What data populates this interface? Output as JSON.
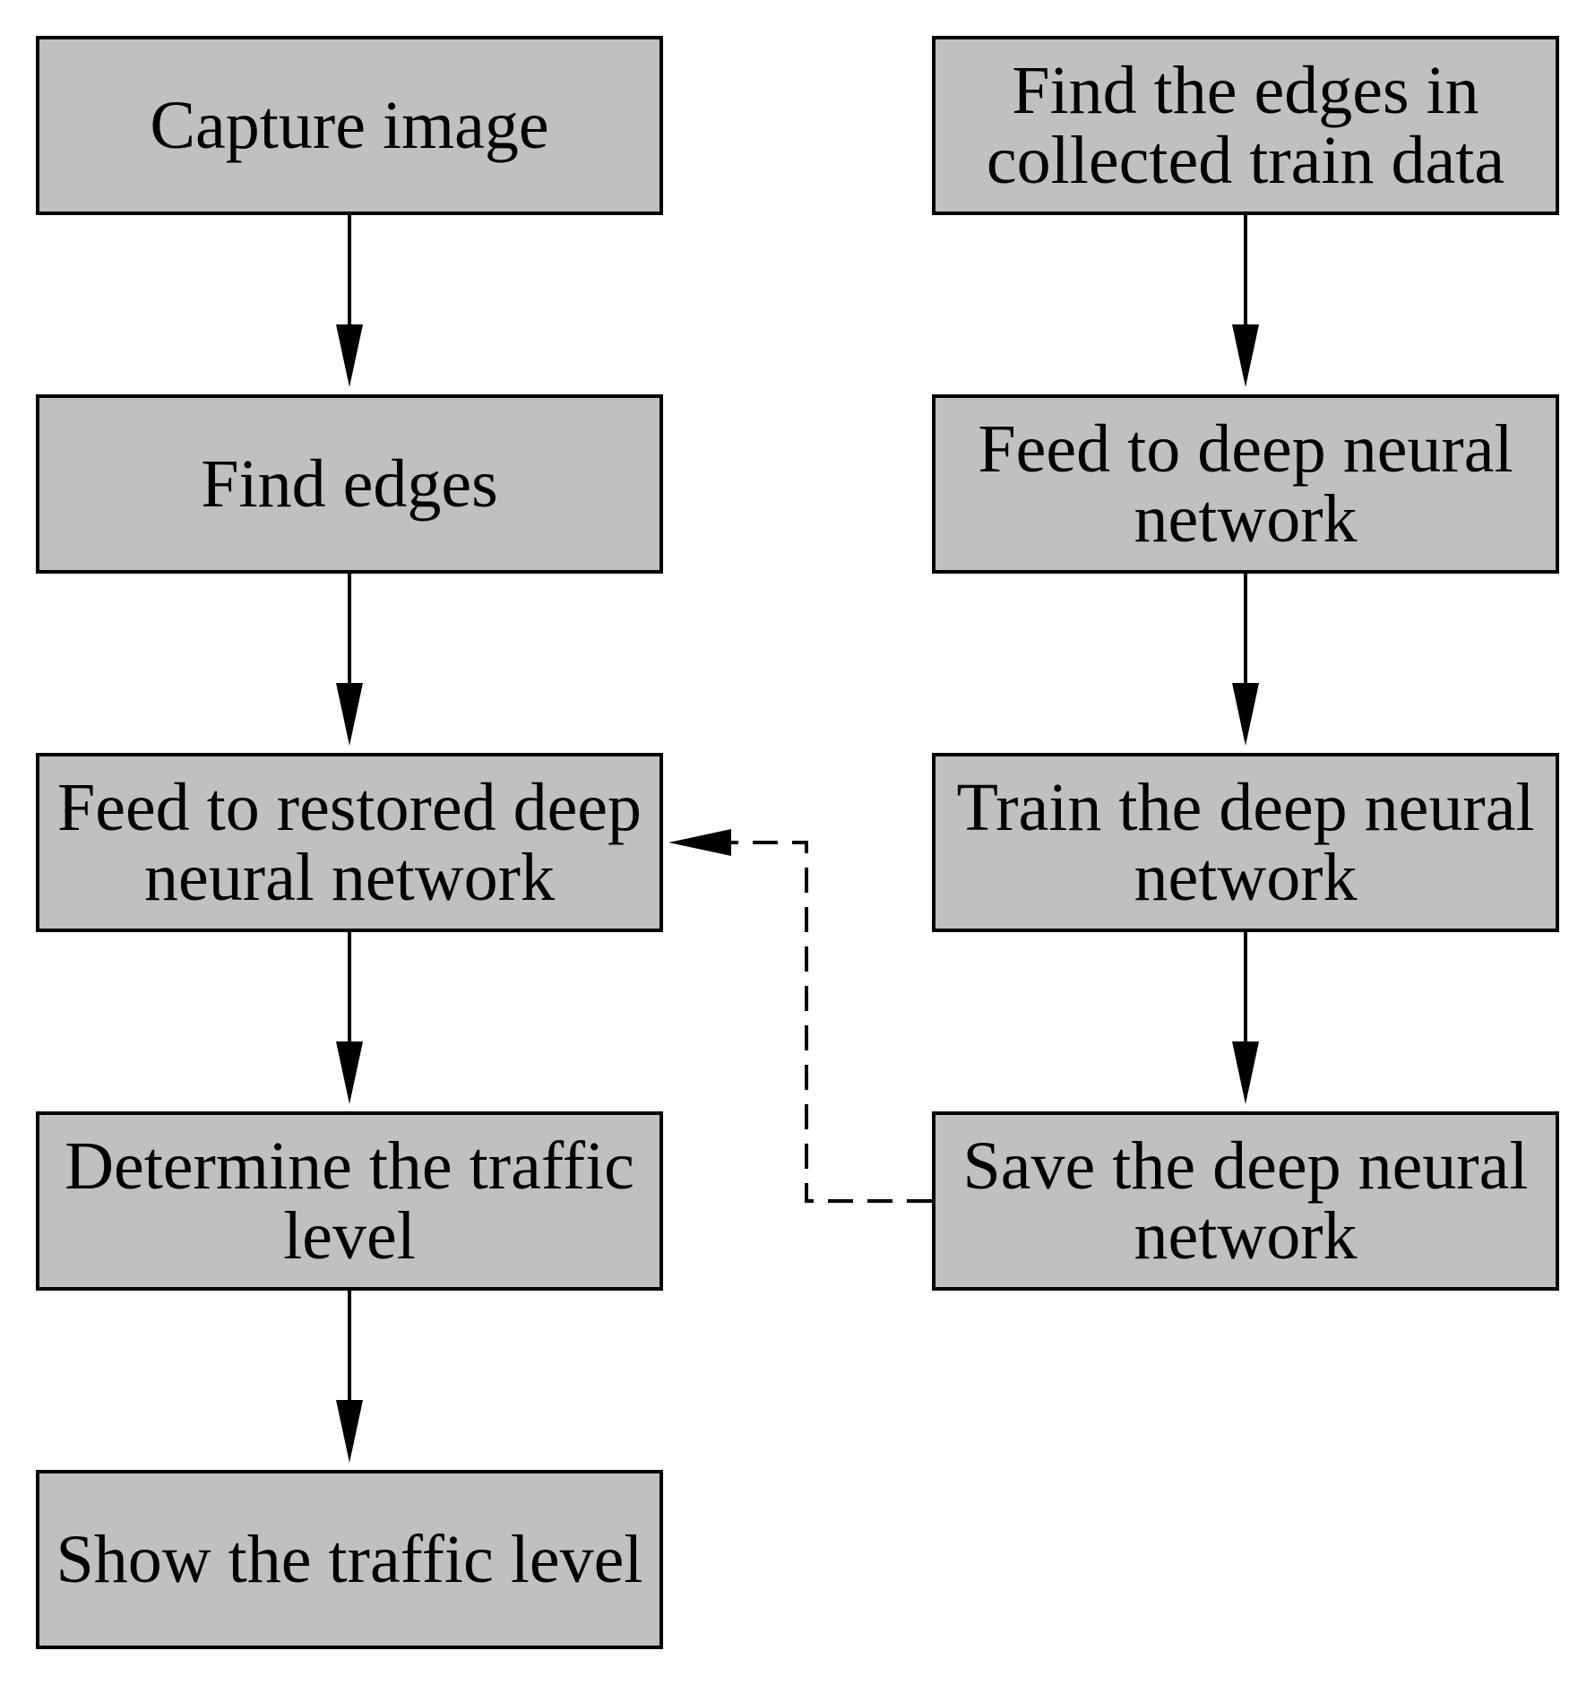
{
  "colors": {
    "box_fill": "#c0c0c0",
    "line": "#000000",
    "background": "#ffffff"
  },
  "nodes": {
    "capture_image": "Capture image",
    "find_edges": "Find edges",
    "feed_restored": "Feed to restored deep neural network",
    "determine_traffic": "Determine the traffic level",
    "show_traffic": "Show the traffic level",
    "find_train_edges": "Find the edges in collected train data",
    "feed_dnn": "Feed to deep neural network",
    "train_dnn": "Train the deep neural network",
    "save_dnn": "Save the deep neural network"
  },
  "edges": [
    {
      "from": "capture_image",
      "to": "find_edges",
      "style": "solid"
    },
    {
      "from": "find_edges",
      "to": "feed_restored",
      "style": "solid"
    },
    {
      "from": "feed_restored",
      "to": "determine_traffic",
      "style": "solid"
    },
    {
      "from": "determine_traffic",
      "to": "show_traffic",
      "style": "solid"
    },
    {
      "from": "find_train_edges",
      "to": "feed_dnn",
      "style": "solid"
    },
    {
      "from": "feed_dnn",
      "to": "train_dnn",
      "style": "solid"
    },
    {
      "from": "train_dnn",
      "to": "save_dnn",
      "style": "solid"
    },
    {
      "from": "save_dnn",
      "to": "feed_restored",
      "style": "dashed"
    }
  ]
}
